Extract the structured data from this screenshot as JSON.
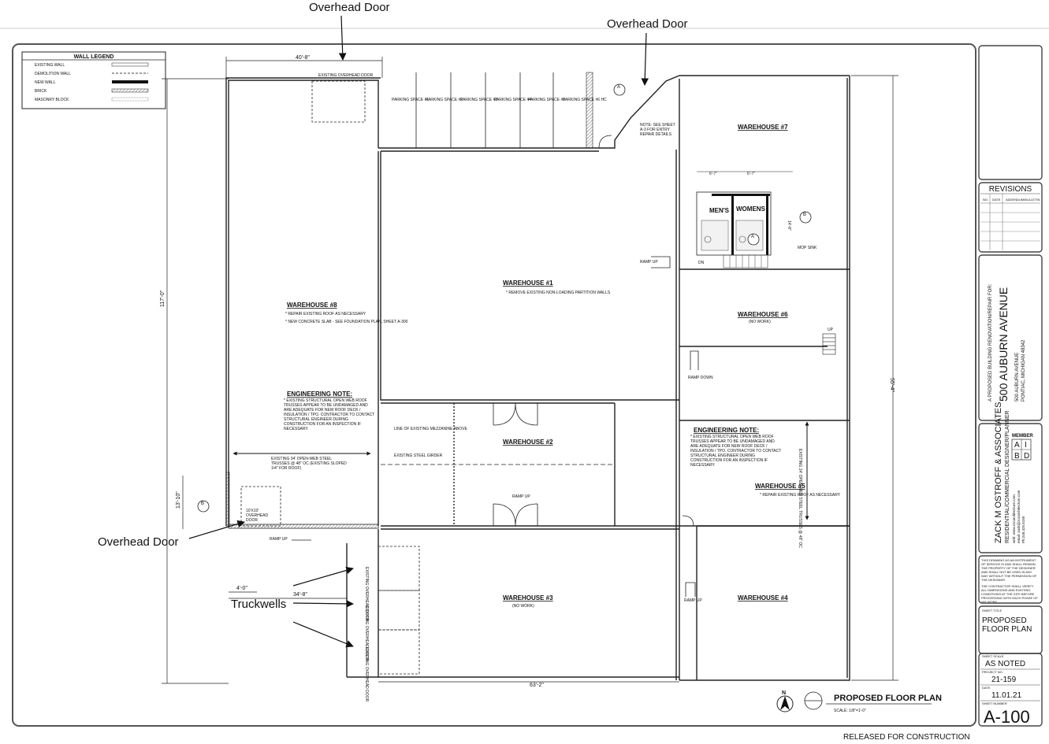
{
  "callouts": {
    "overhead_door_top": "Overhead Door",
    "overhead_door_right": "Overhead Door",
    "overhead_door_left": "Overhead Door",
    "truckwells": "Truckwells"
  },
  "legend": {
    "title": "WALL LEGEND",
    "items": [
      "EXISTING WALL",
      "DEMOLITION WALL",
      "NEW WALL",
      "BRICK",
      "MASONRY BLOCK"
    ]
  },
  "rooms": {
    "w1": {
      "name": "WAREHOUSE #1",
      "note": "* REMOVE EXISTING NON-LOADING PARTITION WALLS"
    },
    "w2": {
      "name": "WAREHOUSE #2"
    },
    "w3": {
      "name": "WAREHOUSE #3",
      "sub": "(NO WORK)"
    },
    "w4": {
      "name": "WAREHOUSE #4"
    },
    "w5": {
      "name": "WAREHOUSE #5",
      "note": "* REPAIR EXISTING ROOF AS NECESSARY"
    },
    "w6": {
      "name": "WAREHOUSE #6",
      "sub": "(NO WORK)"
    },
    "w7": {
      "name": "WAREHOUSE #7"
    },
    "w8": {
      "name": "WAREHOUSE #8",
      "note1": "* REPAIR EXISTING ROOF AS NECESSARY",
      "note2": "* NEW CONCRETE SLAB - SEE FOUNDATION PLAN, SHEET A-300"
    },
    "mens": "MEN'S",
    "womens": "WOMENS"
  },
  "eng_note": {
    "title": "ENGINEERING NOTE:",
    "body": "* EXISTING STRUCTURAL OPEN WEB ROOF TRUSSES APPEAR TO BE UNDAMAGED AND ARE ADEQUATE FOR NEW ROOF DECK / INSULATION / TPO. CONTRACTOR TO CONTACT STRUCTURAL ENGINEER DURING CONSTRUCTION FOR AN INSPECTION IF NECESSARY."
  },
  "labels": {
    "existing_overhead_door": "EXISTING OVERHEAD DOOR",
    "parking": [
      "PARKING SPACE #1",
      "PARKING SPACE #2",
      "PARKING SPACE #3",
      "PARKING SPACE #4",
      "PARKING SPACE #5",
      "PARKING SPACE #6 HC"
    ],
    "entry_note": "NOTE: SEE SHEET A-3 FOR ENTRY REPAIR DETAILS",
    "ramp_up": "RAMP UP",
    "ramp_down": "RAMP DOWN",
    "dn": "DN",
    "up": "UP",
    "mop_sink": "MOP SINK",
    "mezzanine": "LINE OF EXISTING MEZZANINE ABOVE",
    "steel_girder": "EXISTING STEEL GIRDER",
    "trusses_left": "EXISTING 34' OPEN-WEB STEEL TRUSSES @ 48\" OC (EXISTING SLOPED 1/4\" FOR ROOF)",
    "trusses_right": "EXISTING 24' OPEN-WEB STEEL TRUSSES @ 48\" OC",
    "overhead_door_10x10": "10'X10' OVERHEAD DOOR",
    "existing_overhead_door_v": "EXISTING OVERHEAD DOOR"
  },
  "dimensions": {
    "top": "40'-8\"",
    "left": "117'-0\"",
    "right": "55'-4\"",
    "bottom": "63'-2\"",
    "truck": "34'-8\"",
    "small_a": "4'-0\"",
    "small_b": "13'-10\"",
    "bath_a": "6'-7\"",
    "bath_b": "6'-7\"",
    "bath_c": "14'-8\""
  },
  "plan_title": {
    "title": "PROPOSED FLOOR PLAN",
    "scale": "SCALE: 1/8\"=1'-0\""
  },
  "north": "N",
  "section_marks": [
    "A",
    "B",
    "A",
    "B"
  ],
  "title_block": {
    "revisions": "REVISIONS",
    "rev_cols": [
      "NO.",
      "DATE",
      "ADDENDUM/BULLETIN"
    ],
    "project_line": "A PROPOSED BUILDING RENOVATION/REPAIR FOR:",
    "project_name": "500 AUBURN AVENUE",
    "address1": "500 AUBURN AVENUE",
    "address2": "PONTIAC, MICHIGAN 48342",
    "firm": "ZACK M OSTROFF & ASSOCIATES",
    "firm_sub": "RESIDENTIAL/COMMERCIAL DESIGNER/PLANNER",
    "web": "web: www.zocarchitecture.com",
    "email": "email: zack@zocarchitecture.com",
    "phone": "Ph:248.425.6150",
    "member": "MEMBER",
    "aibd": [
      "A",
      "I",
      "B",
      "D"
    ],
    "disclaimer1": "THIS DRAWING AS AN INSTRUMENT OF SERVICE IS AND SHALL REMAIN THE PROPERTY OF THE DESIGNER AND SHALL NOT BE USED IN ANY WAY WITHOUT THE PERMISSION OF THE DESIGNER.",
    "disclaimer2": "THE CONTRACTOR SHALL VERIFY ALL DIMENSIONS AND EXISTING CONDITIONS AT THE SITE BEFORE PROCEEDING WITH EACH PHASE OF HIS WORK.",
    "sheet_title_label": "SHEET TITLE",
    "sheet_title": [
      "PROPOSED",
      "FLOOR PLAN"
    ],
    "sheet_scale_label": "SHEET SCALE",
    "sheet_scale": "AS NOTED",
    "project_no_label": "PROJECT NO.",
    "project_no": "21-159",
    "date_label": "DATE",
    "date": "11.01.21",
    "sheet_no_label": "SHEET NUMBER",
    "sheet_no": "A-100"
  },
  "footer": "RELEASED FOR CONSTRUCTION"
}
